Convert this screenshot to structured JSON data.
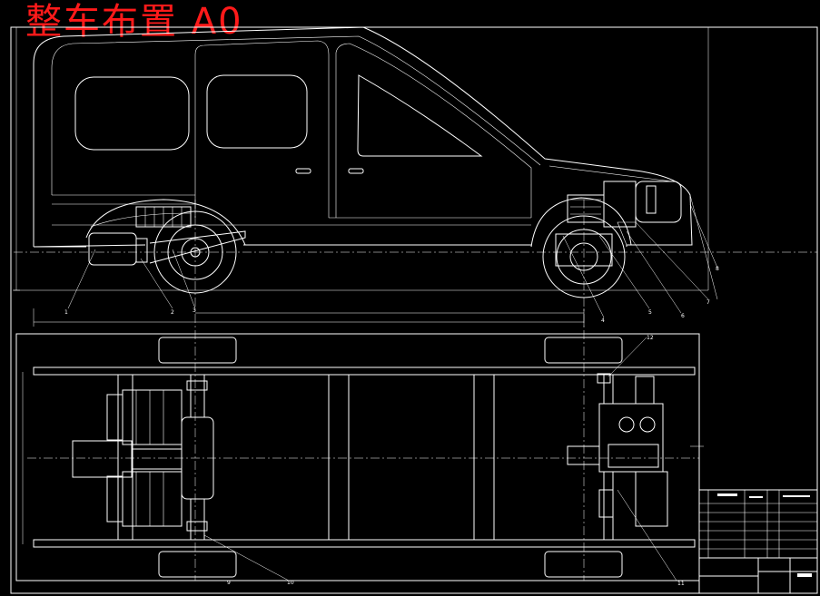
{
  "title": "整车布置 A0",
  "callouts": [
    "1",
    "2",
    "3",
    "4",
    "5",
    "6",
    "7",
    "8",
    "9",
    "10",
    "11",
    "12"
  ]
}
